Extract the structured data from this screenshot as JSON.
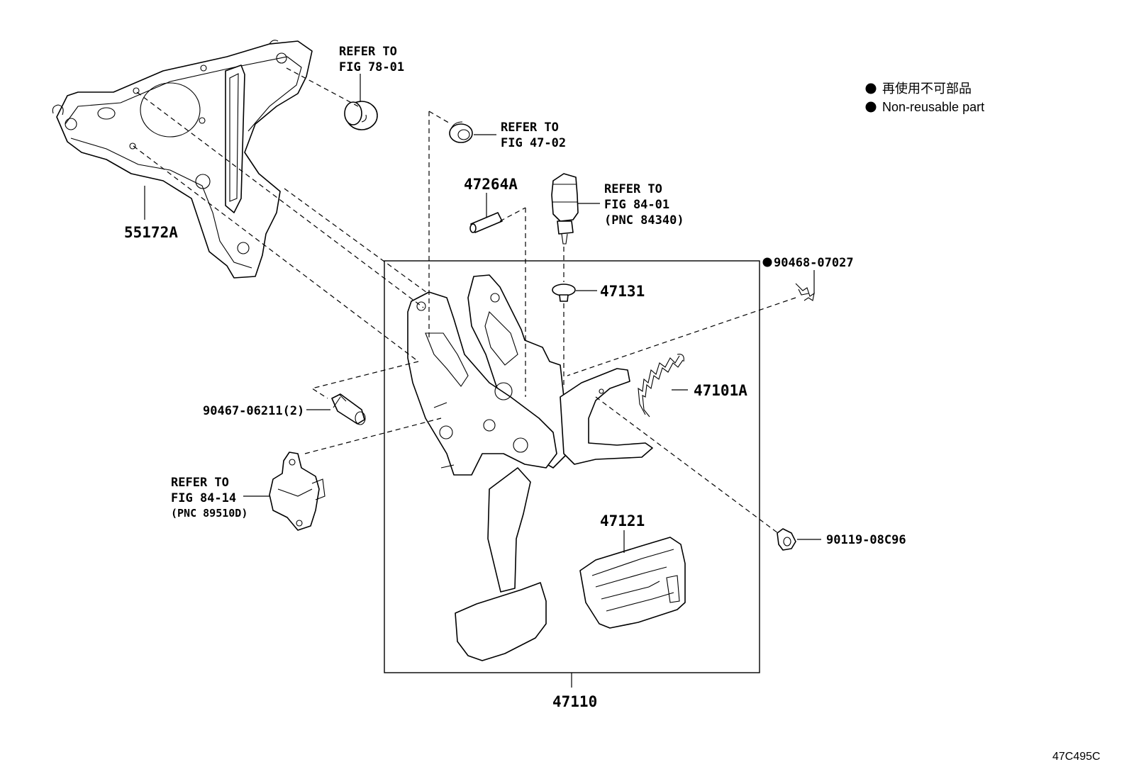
{
  "diagram_code": "47C495C",
  "legend": {
    "jp_text": "再使用不可部品",
    "en_text": "Non-reusable part"
  },
  "callouts": {
    "bracket": "55172A",
    "refer_78": {
      "line1": "REFER TO",
      "line2": "FIG 78-01"
    },
    "refer_47": {
      "line1": "REFER TO",
      "line2": "FIG 47-02"
    },
    "pin": "47264A",
    "refer_84_01": {
      "line1": "REFER TO",
      "line2": "FIG 84-01",
      "line3": "(PNC 84340)"
    },
    "clip": "90468-07027",
    "stopper": "47131",
    "spring": "47101A",
    "nut": "90467-06211(2)",
    "refer_84_14": {
      "line1": "REFER TO",
      "line2": "FIG 84-14",
      "line3": "(PNC 89510D)"
    },
    "pad": "47121",
    "bolt": "90119-08C96",
    "assembly": "47110"
  },
  "non_reusable_marker": "●"
}
